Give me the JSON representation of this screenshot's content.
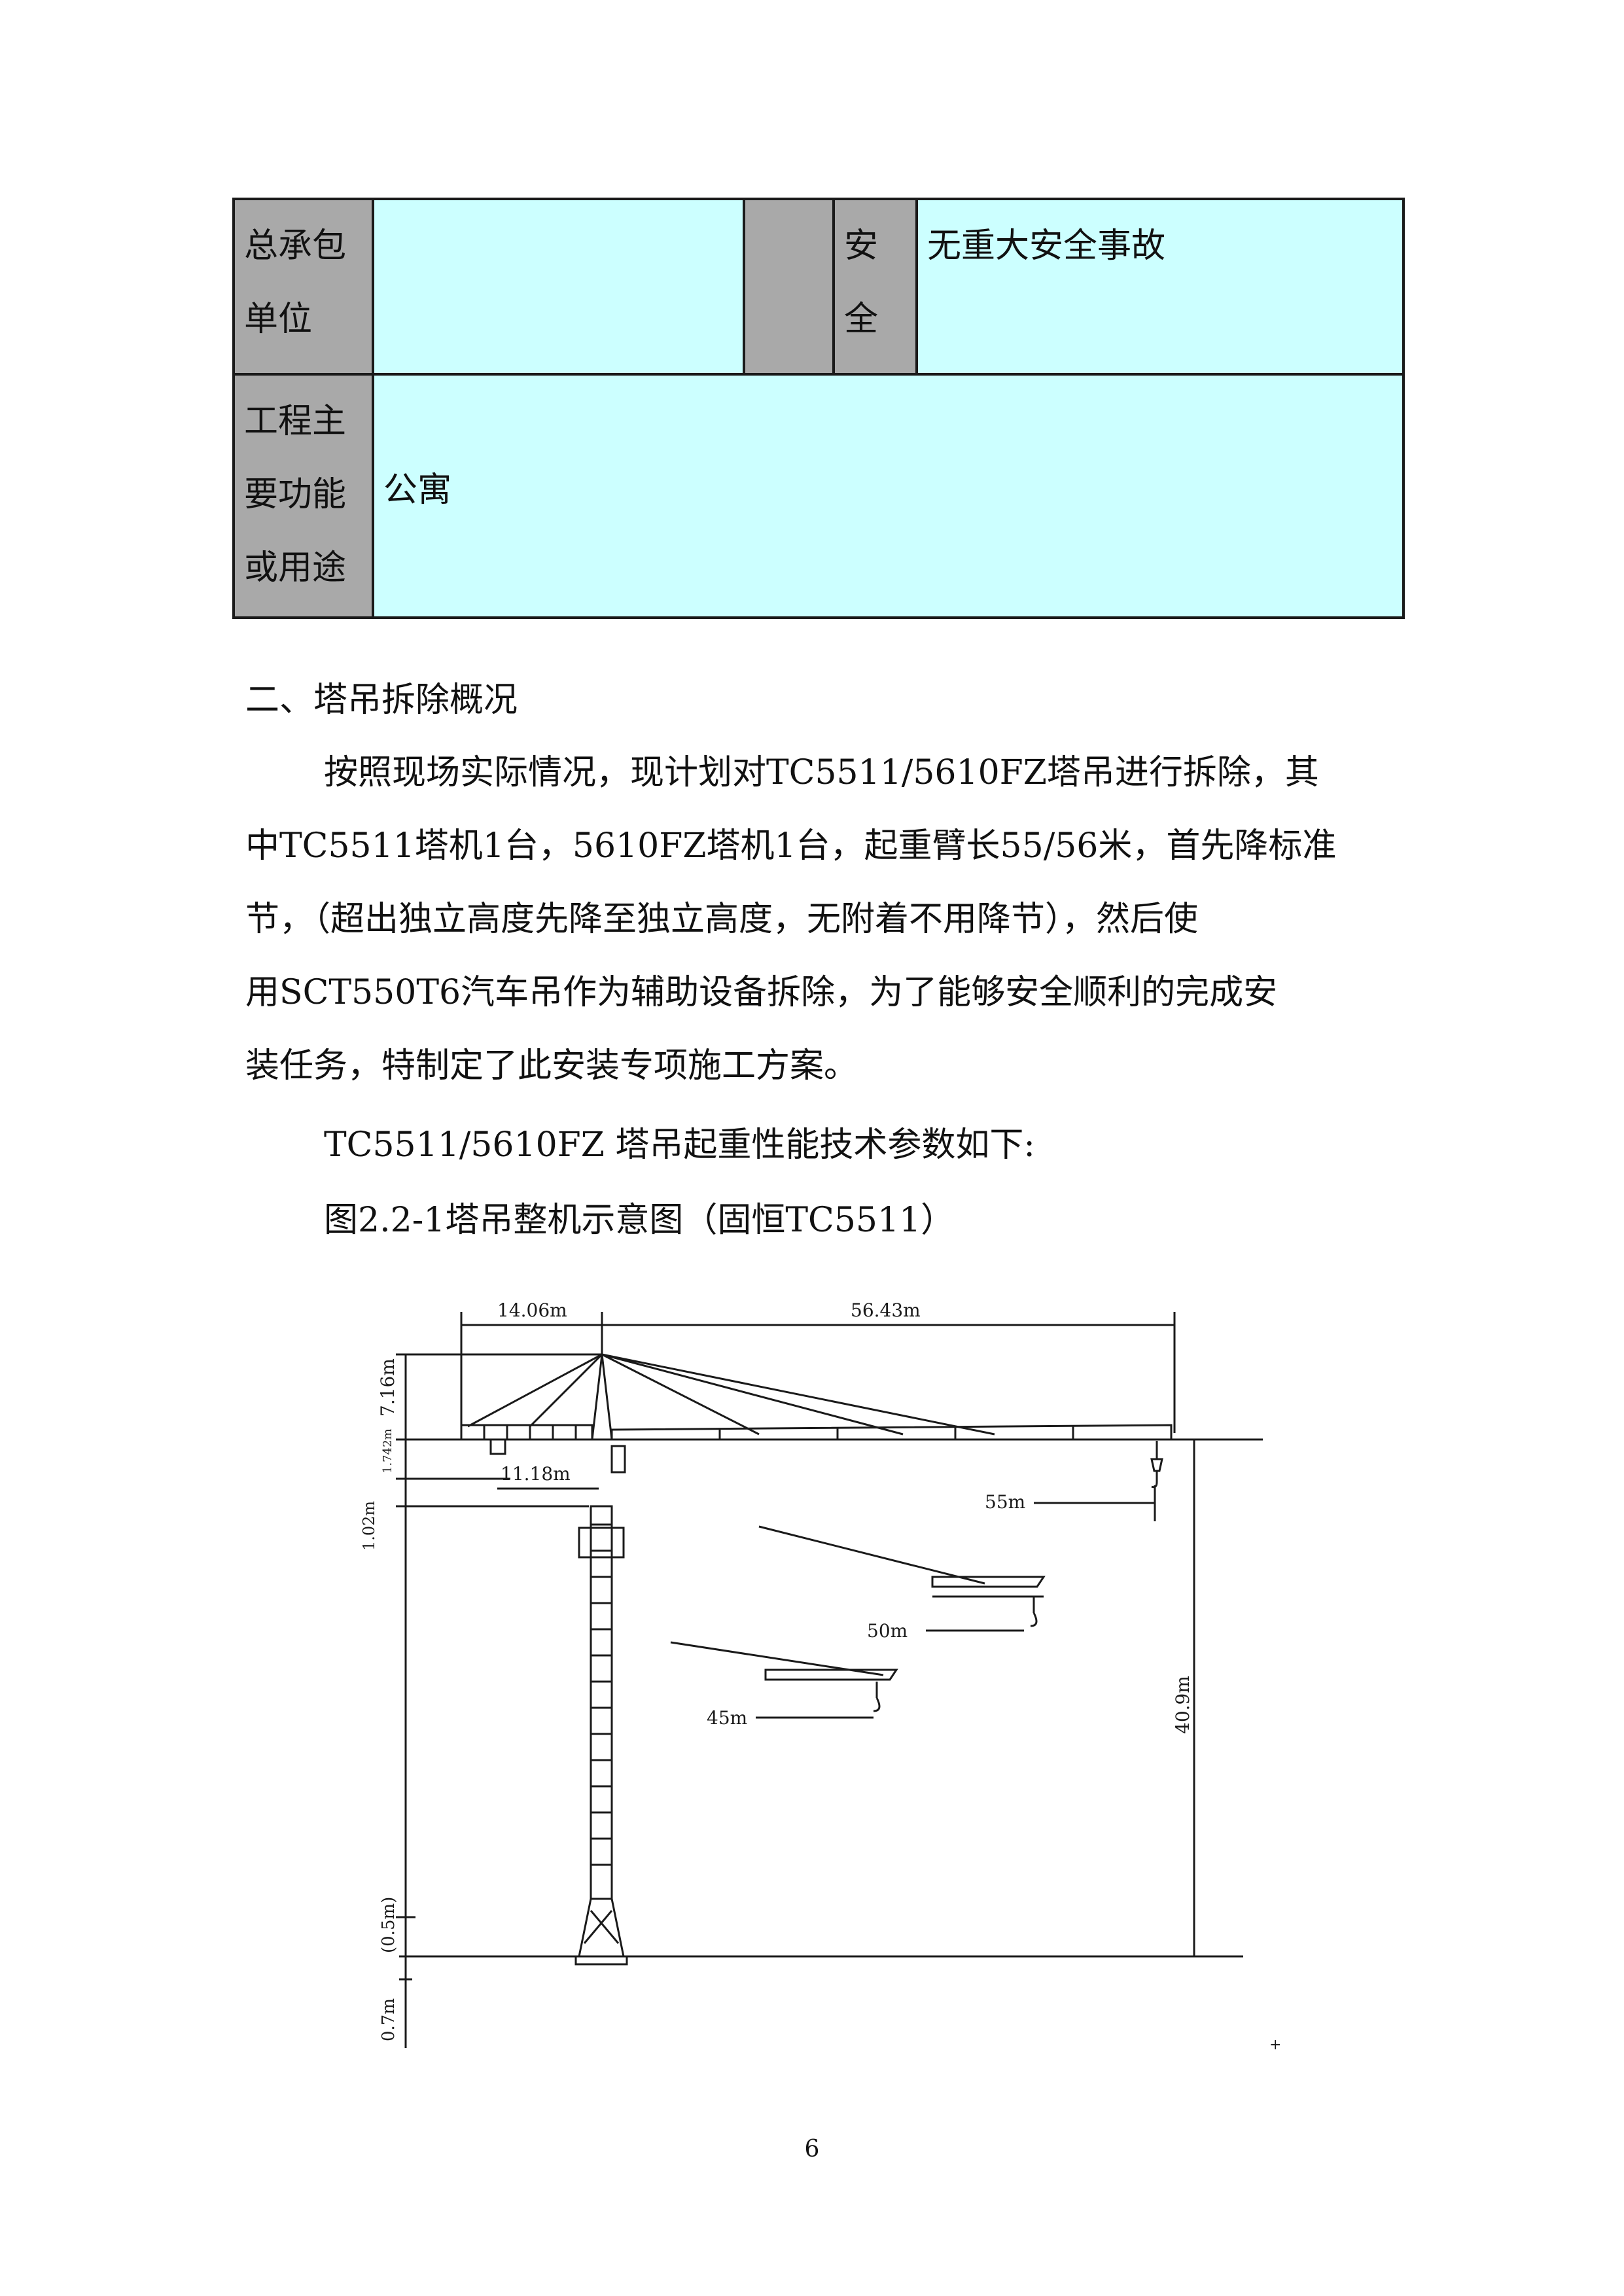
{
  "table": {
    "row1": {
      "label": "总承包\n单位",
      "label_lines": [
        "总承包",
        "单位"
      ],
      "value": "",
      "aspect_label_lines": [
        "安",
        "全"
      ],
      "aspect_value": "无重大安全事故"
    },
    "row2": {
      "label_lines": [
        "工程主",
        "要功能",
        "或用途"
      ],
      "value": "公寓"
    }
  },
  "section": {
    "heading": "二、塔吊拆除概况",
    "paragraph_lines": [
      "按照现场实际情况，现计划对TC5511/5610FZ塔吊进行拆除，其",
      "中TC5511塔机1台，5610FZ塔机1台，起重臂长55/56米，首先降标准",
      "节，（超出独立高度先降至独立高度，无附着不用降节），然后使",
      "用SCT550T6汽车吊作为辅助设备拆除，为了能够安全顺利的完成安",
      "装任务，特制定了此安装专项施工方案。"
    ],
    "params_line": "TC5511/5610FZ 塔吊起重性能技术参数如下:",
    "figure_caption": "图2.2-1塔吊整机示意图（固恒TC5511）"
  },
  "diagram": {
    "dims": {
      "counter_jib": "14.06m",
      "jib": "56.43m",
      "tower_head": "7.16m",
      "small_h": "1.742m",
      "cab_offset": "11.18m",
      "upper_h": "1.02m",
      "height": "40.9m",
      "base_gap": "(0.5m)",
      "foundation": "0.7m"
    },
    "jib_lengths": [
      "55m",
      "50m",
      "45m"
    ]
  },
  "page_number": "6",
  "colors": {
    "gray": "#a9a9a9",
    "cyan": "#ccffff",
    "line": "#1a1a1a"
  }
}
